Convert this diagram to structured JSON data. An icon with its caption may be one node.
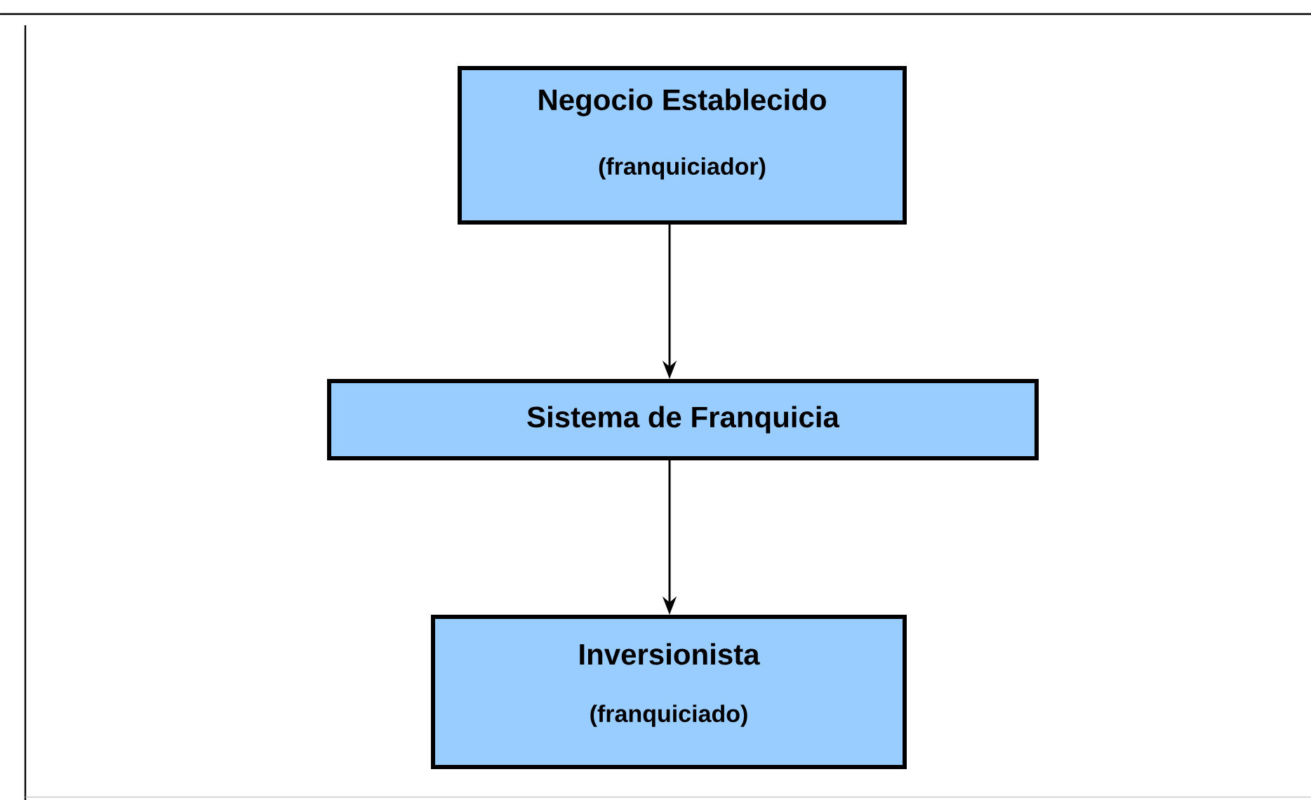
{
  "diagram": {
    "nodes": [
      {
        "text": [
          "Negocio Establecido",
          "(franquiciador)"
        ]
      },
      {
        "text": [
          "Sistema de Franquicia"
        ]
      },
      {
        "text": [
          "Inversionista",
          "(franquiciado)"
        ]
      }
    ],
    "edges": [
      {
        "from": 0,
        "to": 1,
        "arrow": "to"
      },
      {
        "from": 1,
        "to": 2,
        "arrow": "to"
      }
    ]
  }
}
